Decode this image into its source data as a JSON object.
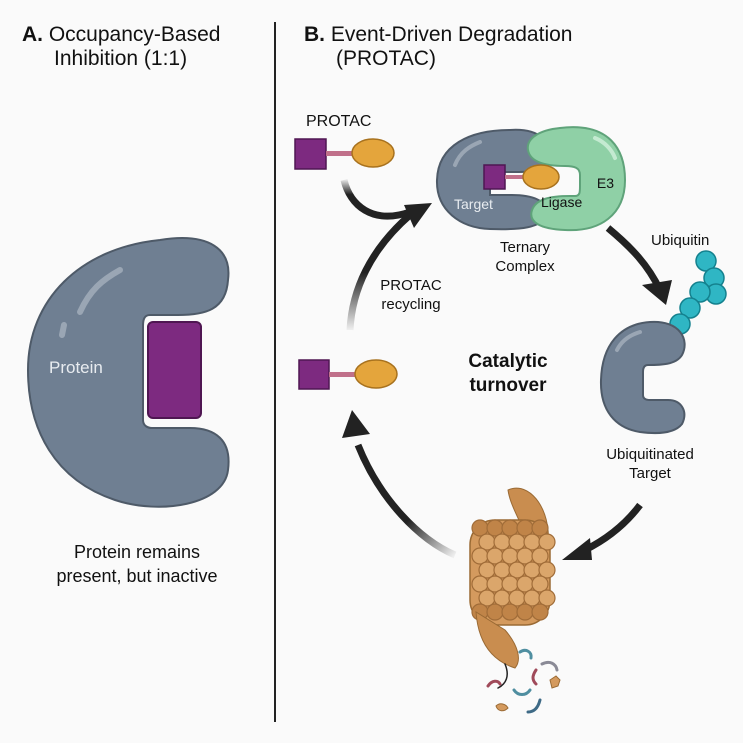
{
  "panel_a": {
    "letter": "A.",
    "title_line1": "Occupancy-Based",
    "title_line2": "Inhibition (1:1)",
    "protein_label": "Protein",
    "caption_line1": "Protein remains",
    "caption_line2": "present, but inactive"
  },
  "panel_b": {
    "letter": "B.",
    "title_line1": "Event-Driven Degradation",
    "title_line2": "(PROTAC)",
    "protac_label": "PROTAC",
    "target_label": "Target",
    "e3_label_line1": "E3",
    "e3_label_line2": "Ligase",
    "ternary_line1": "Ternary",
    "ternary_line2": "Complex",
    "ubiquitin_label": "Ubiquitin",
    "ubiquitinated_line1": "Ubiquitinated",
    "ubiquitinated_line2": "Target",
    "recycling_line1": "PROTAC",
    "recycling_line2": "recycling",
    "center_line1": "Catalytic",
    "center_line2": "turnover"
  },
  "colors": {
    "protein": "#6f7f92",
    "protein_stroke": "#4e5a68",
    "ligand_purple": "#7d2a80",
    "warhead_orange": "#e4a53c",
    "e3_green": "#8fd0a6",
    "ubiquitin_teal": "#2fb6c4",
    "proteasome": "#c98d4f"
  }
}
